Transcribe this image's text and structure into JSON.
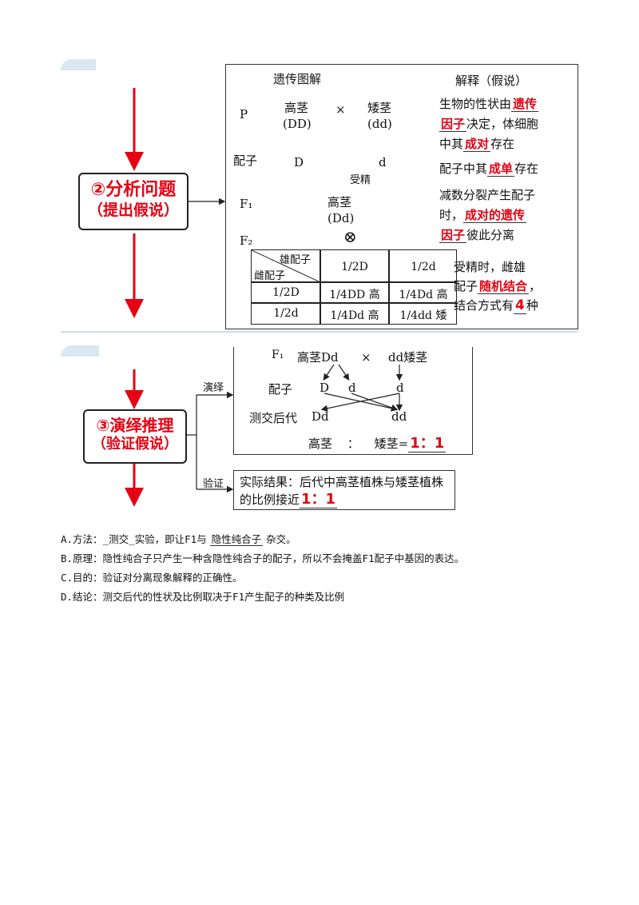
{
  "diagram1": {
    "step_label": "②分析问题",
    "step_sub": "（提出假说）",
    "col_diagram": "遗传图解",
    "col_explain": "解释（假说）",
    "row_p": "P",
    "row_gamete": "配子",
    "row_f1": "F₁",
    "row_f2": "F₂",
    "tall": "高茎",
    "tall_geno": "(DD)",
    "cross": "×",
    "short": "矮茎",
    "short_geno": "(dd)",
    "g_D": "D",
    "g_d": "d",
    "fertilize": "受精",
    "f1_pheno": "高茎",
    "f1_geno": "(Dd)",
    "selfing": "⊗",
    "exp1_a": "生物的性状由",
    "exp1_b": "遗传",
    "exp1_c": "因子",
    "exp1_d": "决定，体细胞",
    "exp1_e": "中其",
    "exp1_f": "成对",
    "exp1_g": "存在",
    "exp2_a": "配子中其",
    "exp2_b": "成单",
    "exp2_c": "存在",
    "exp3_a": "减数分裂产生配子",
    "exp3_b": "时，",
    "exp3_c": "成对的遗传",
    "exp3_d": "因子",
    "exp3_e": "彼此分离",
    "exp4_a": "受精时，雌雄",
    "exp4_b": "配子",
    "exp4_c": "随机结合",
    "exp4_d": "，",
    "exp4_e": "结合方式有",
    "exp4_f": "4",
    "exp4_g": "种",
    "table": {
      "male_header": "雄配子",
      "female_header": "雌配子",
      "cols": [
        "1/2D",
        "1/2d"
      ],
      "rows": [
        {
          "head": "1/2D",
          "cells": [
            "1/4DD 高",
            "1/4Dd 高"
          ]
        },
        {
          "head": "1/2d",
          "cells": [
            "1/4Dd 高",
            "1/4dd 矮"
          ]
        }
      ]
    }
  },
  "diagram2": {
    "step_label": "③演绎推理",
    "step_sub": "（验证假说）",
    "branch_deduce": "演绎",
    "branch_verify": "验证",
    "f1": "F₁",
    "parent1": "高茎Dd",
    "cross": "×",
    "parent2": "dd矮茎",
    "gamete_label": "配子",
    "g1": "D",
    "g2": "d",
    "g3": "d",
    "offspring_label": "测交后代",
    "o1": "Dd",
    "o2": "dd",
    "ratio_a": "高茎",
    "ratio_colon": "：",
    "ratio_b": "矮茎",
    "ratio_eq": "=",
    "ratio_val": "1：1",
    "result_a": "实际结果：后代中高茎植株与矮茎植株",
    "result_b": "的比例接近",
    "result_val": "1：1"
  },
  "options": {
    "a_prefix": "A.方法：_测交_实验，即让F1与",
    "a_blank": "隐性纯合子",
    "a_suffix": "杂交。",
    "b": "B.原理：隐性纯合子只产生一种含隐性纯合子的配子，所以不会掩盖F1配子中基因的表达。",
    "c": "C.目的：验证对分离现象解释的正确性。",
    "d": "D.结论：测交后代的性状及比例取决于F1产生配子的种类及比例"
  }
}
